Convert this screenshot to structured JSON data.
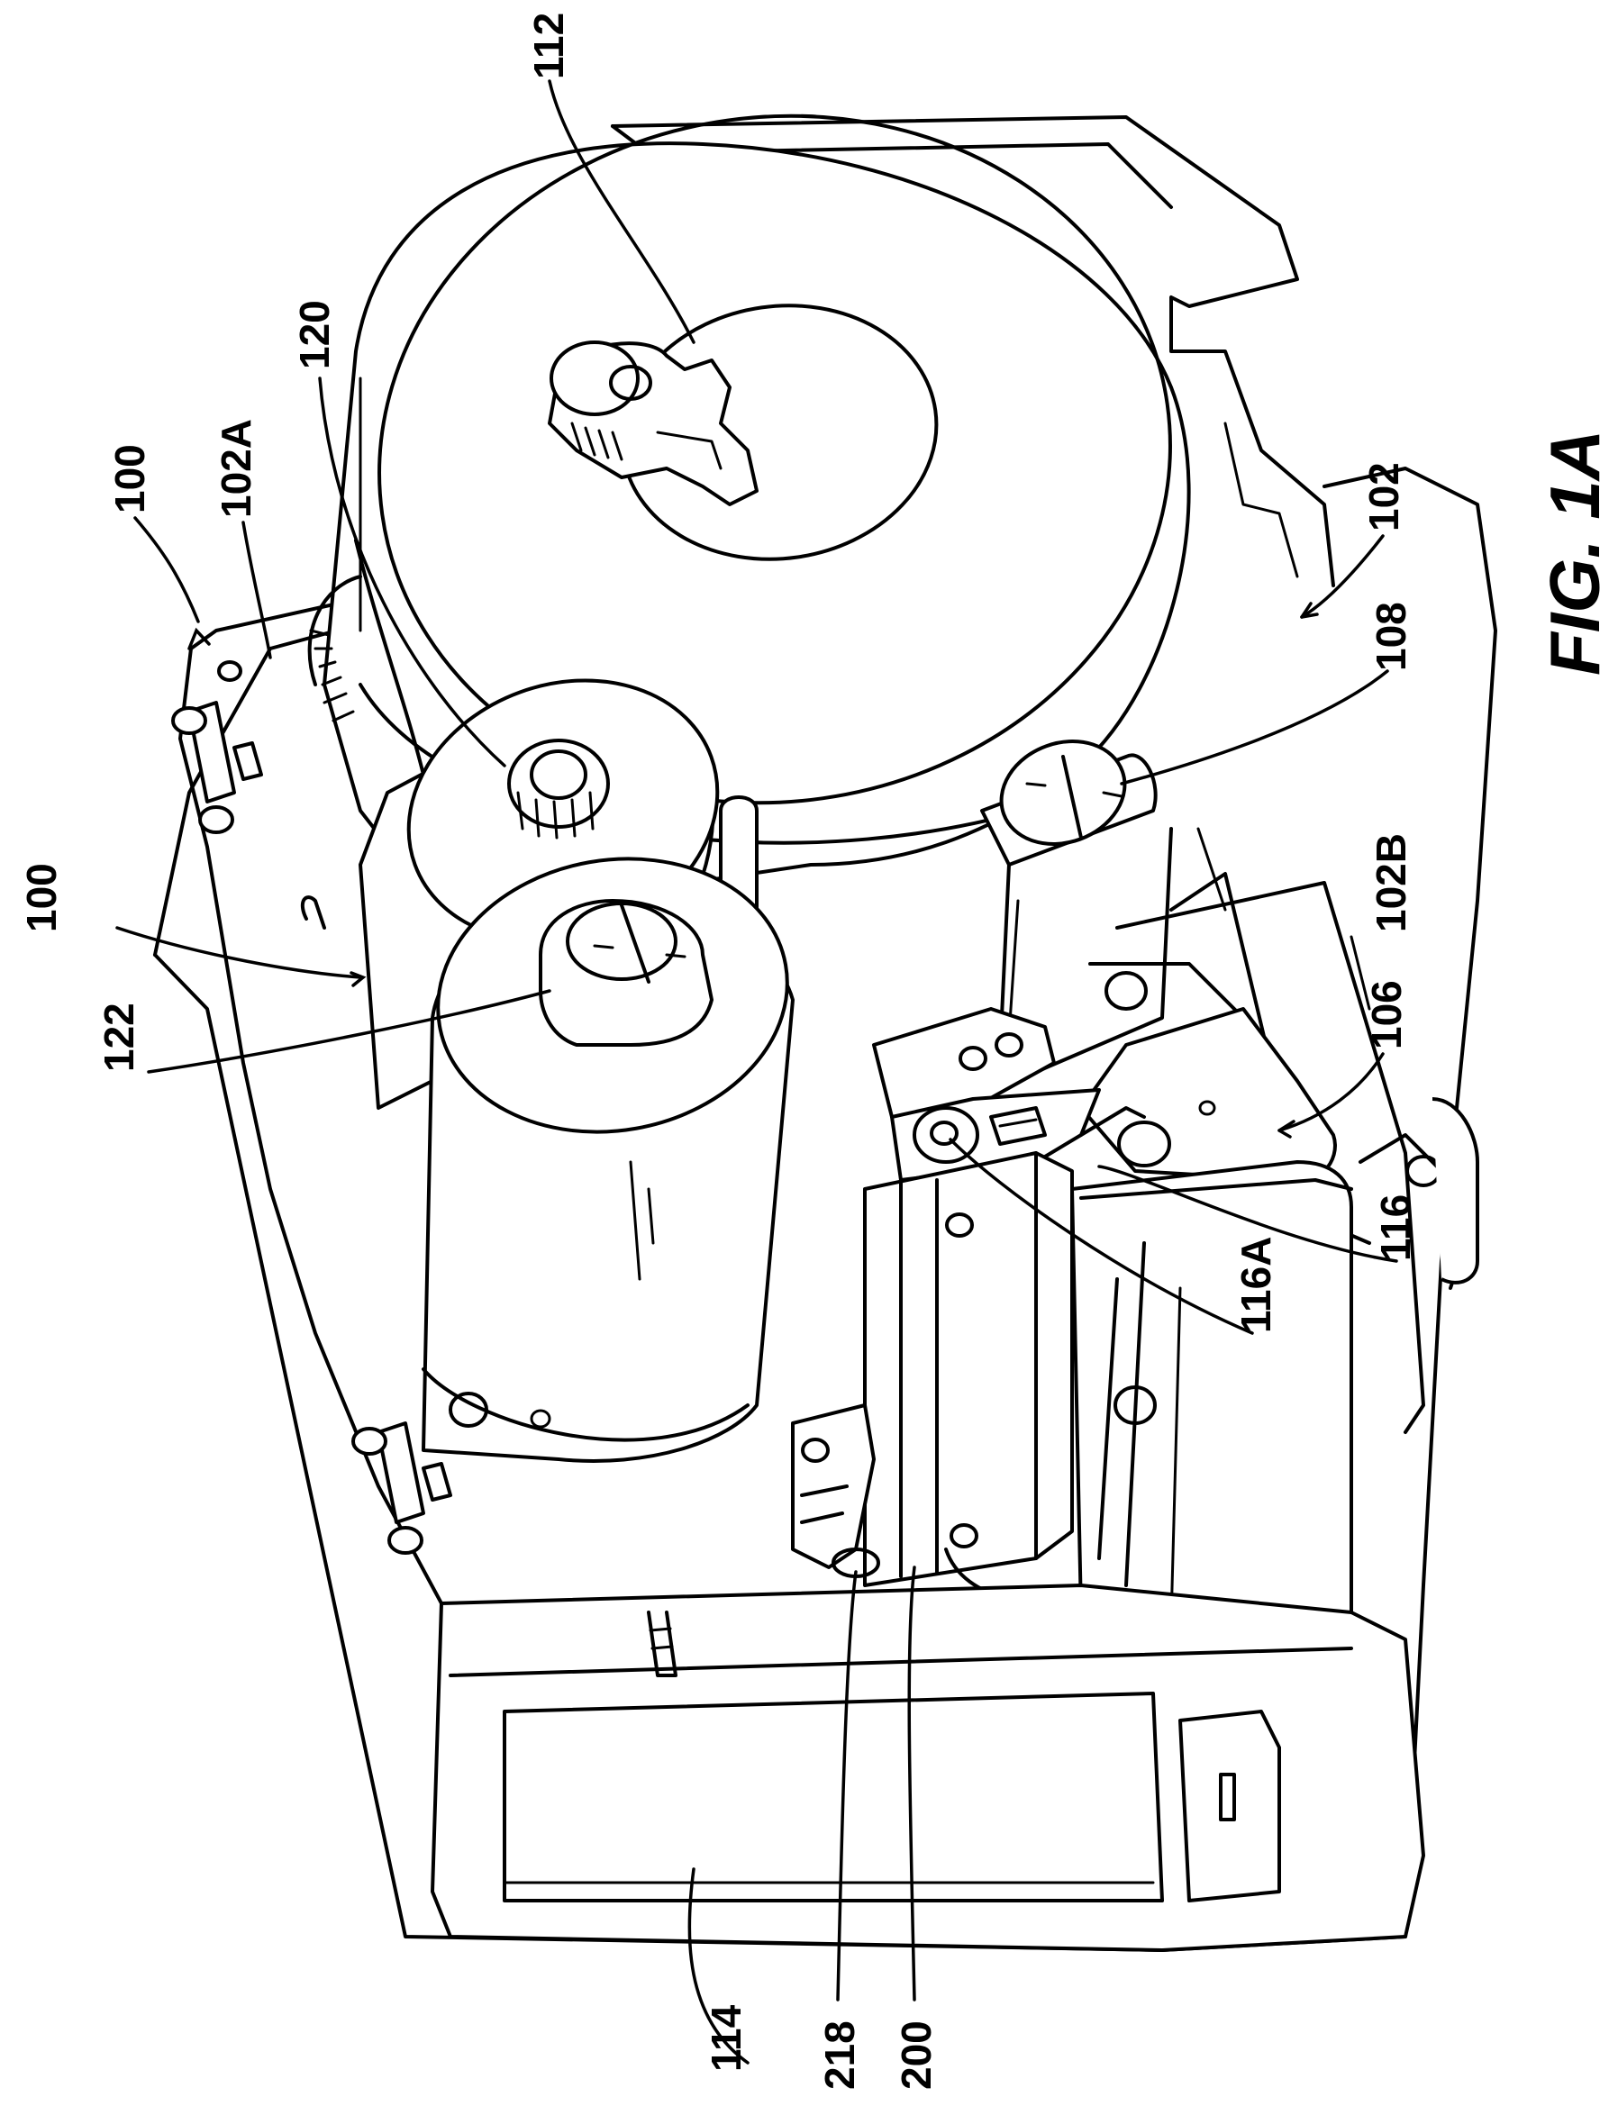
{
  "figure": {
    "caption": "FIG. 1A",
    "reference_numerals": {
      "n100_top": "100",
      "n102A": "102A",
      "n120": "120",
      "n112": "112",
      "n100_mid": "100",
      "n122": "122",
      "n102": "102",
      "n108": "108",
      "n102B": "102B",
      "n106": "106",
      "n116": "116",
      "n116A": "116A",
      "n114": "114",
      "n218": "218",
      "n200": "200"
    }
  }
}
